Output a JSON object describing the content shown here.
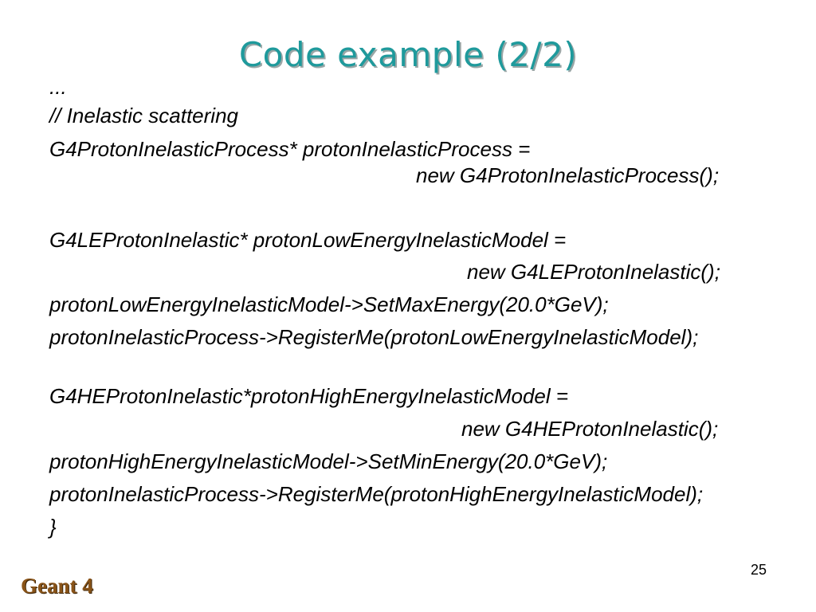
{
  "slide": {
    "title": "Code example (2/2)",
    "code_lines": [
      "...",
      "// Inelastic scattering",
      "G4ProtonInelasticProcess* protonInelasticProcess =",
      "new G4ProtonInelasticProcess();",
      "G4LEProtonInelastic* protonLowEnergyInelasticModel =",
      "new G4LEProtonInelastic();",
      "protonLowEnergyInelasticModel->SetMaxEnergy(20.0*GeV);",
      "protonInelasticProcess->RegisterMe(protonLowEnergyInelasticModel);",
      "G4HEProtonInelastic*protonHighEnergyInelasticModel =",
      "new G4HEProtonInelastic();",
      "protonHighEnergyInelasticModel->SetMinEnergy(20.0*GeV);",
      "protonInelasticProcess->RegisterMe(protonHighEnergyInelasticModel);",
      "}"
    ],
    "page_number": "25",
    "footer_logo": "Geant 4"
  },
  "colors": {
    "title": "#1f9a9c",
    "title_shadow": "#9aa6a6",
    "logo": "#8a5418"
  }
}
